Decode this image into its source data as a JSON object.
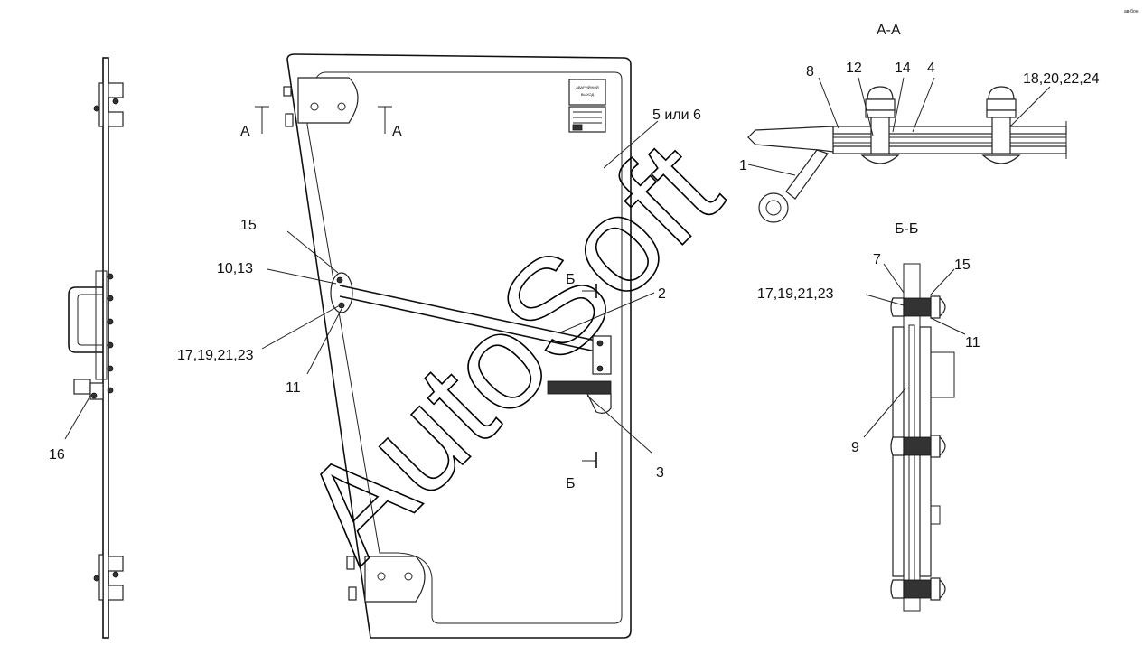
{
  "sections": {
    "aa_title": "А-А",
    "bb_title": "Б-Б"
  },
  "cut_marks": {
    "a_left": "А",
    "a_right": "А",
    "b_top": "Б",
    "b_bottom": "Б"
  },
  "labels": {
    "l_5_6": "5 или 6",
    "l_15": "15",
    "l_10_13": "10,13",
    "l_17_23_left": "17,19,21,23",
    "l_11_left": "11",
    "l_16": "16",
    "l_2": "2",
    "l_3": "3",
    "l_8": "8",
    "l_12": "12",
    "l_14": "14",
    "l_4": "4",
    "l_18_24": "18,20,22,24",
    "l_1": "1",
    "l_7": "7",
    "l_15_right": "15",
    "l_17_23_right": "17,19,21,23",
    "l_11_right": "11",
    "l_9": "9"
  },
  "placard": {
    "line1": "АВАРИЙНЫЙ",
    "line2": "ВЫХОД"
  },
  "watermark": "AutoSoft",
  "corner_mark": "ав-бон"
}
